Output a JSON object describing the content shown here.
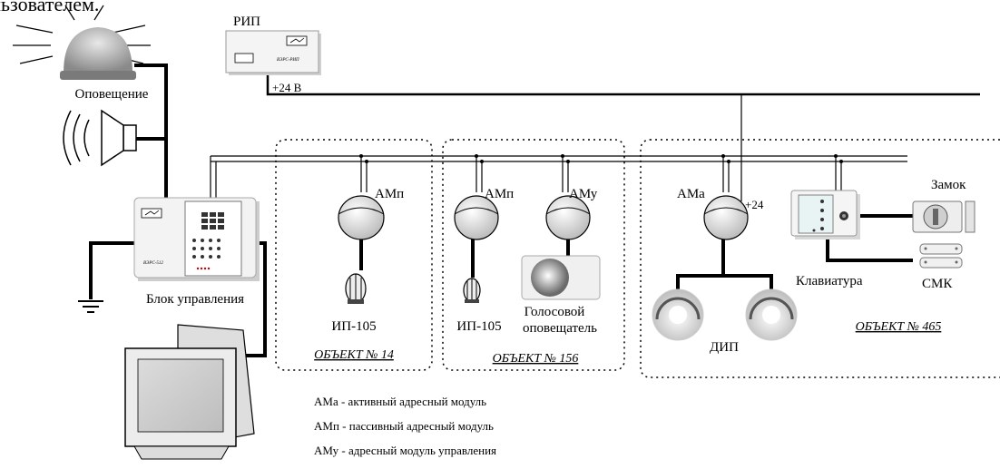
{
  "header_fragment": "льзователем.",
  "labels": {
    "rip": "РИП",
    "rip_badge": "ВЭРС-РИП",
    "notification": "Оповещение",
    "v24": "+24 В",
    "control_unit": "Блок управления",
    "control_badge": "ВЭРС-512",
    "amp": "АМп",
    "amu": "АМу",
    "ama": "АМа",
    "plus24": "+24",
    "ip105": "ИП-105",
    "voice_line1": "Голосовой",
    "voice_line2": "оповещатель",
    "dip": "ДИП",
    "keypad": "Клавиатура",
    "lock": "Замок",
    "smk": "СМК"
  },
  "objects": {
    "obj14": "ОБЪЕКТ № 14",
    "obj156": "ОБЪЕКТ № 156",
    "obj465": "ОБЪЕКТ № 465"
  },
  "legend": [
    "АМа - активный адресный модуль",
    "АМп - пассивный адресный модуль",
    "АМу - адресный модуль управления"
  ],
  "colors": {
    "line": "#000000",
    "device_fill": "#f2f2f2",
    "device_shadow": "#bdbdbd",
    "dark": "#4a4a4a"
  }
}
